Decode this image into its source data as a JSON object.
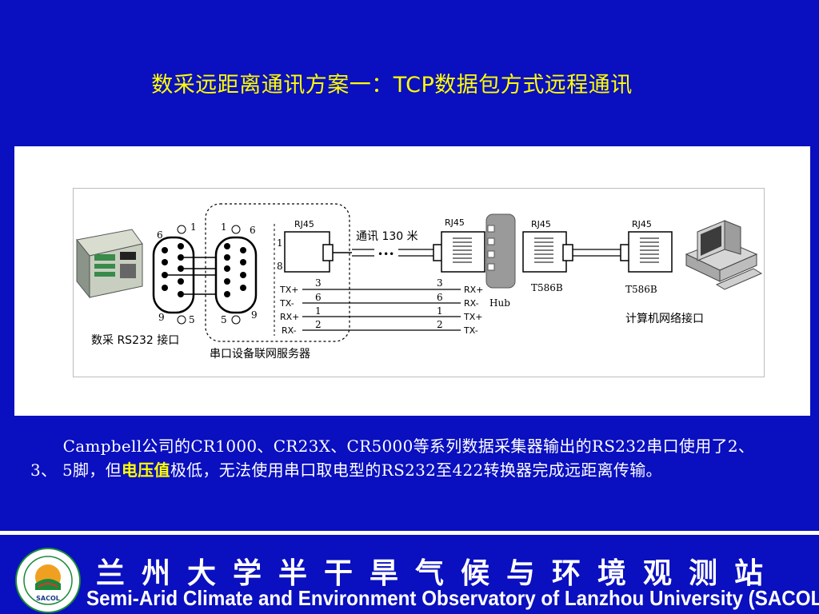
{
  "slide": {
    "title": "数采远距离通讯方案一：TCP数据包方式远程通讯"
  },
  "diagram": {
    "datalogger_label": "数采 RS232 接口",
    "server_label": "串口设备联网服务器",
    "distance_label": "通讯 130 米",
    "dots": "•••",
    "hub_label": "Hub",
    "computer_label": "计算机网络接口",
    "rj45": "RJ45",
    "t586b": "T586B",
    "db9_left_pins": {
      "p6": "6",
      "p1": "1",
      "p9": "9",
      "p5": "5"
    },
    "db9_right_pins": {
      "p1": "1",
      "p6": "6",
      "p5": "5",
      "p9": "9"
    },
    "rj45_pins": {
      "p1": "1",
      "p8": "8"
    },
    "left_signals": [
      "TX+",
      "TX-",
      "RX+",
      "RX-"
    ],
    "wire_numbers_left": [
      "3",
      "6",
      "1",
      "2"
    ],
    "wire_numbers_right": [
      "3",
      "6",
      "1",
      "2"
    ],
    "right_signals": [
      "RX+",
      "RX-",
      "TX+",
      "TX-"
    ]
  },
  "paragraph": {
    "part1": "Campbell公司的CR1000、CR23X、CR5000等系列数据采集器输出的RS232串口使用了2、3、 5脚，但",
    "highlight": "电压值",
    "part2": "极低，无法使用串口取电型的RS232至422转换器完成远距离传输。"
  },
  "footer": {
    "chinese": "兰州大学半干旱气候与环境观测站",
    "english": "Semi-Arid Climate and Environment Observatory of Lanzhou University (SACOL)",
    "logo_text": "SACOL"
  },
  "colors": {
    "background": "#0a0fbf",
    "title": "#ffff00",
    "highlight": "#ffff00",
    "text": "#ffffff"
  }
}
